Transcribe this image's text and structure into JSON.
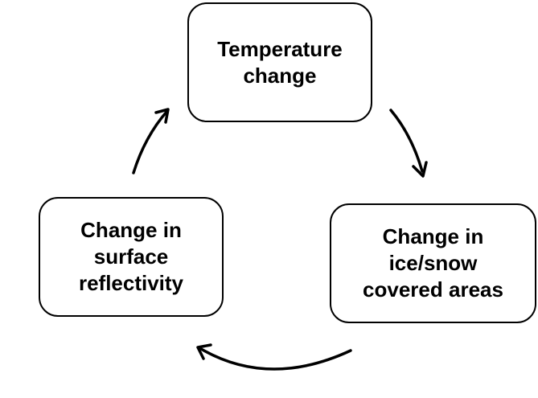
{
  "nodes": {
    "top": "Temperature\nchange",
    "right": "Change in\nice/snow\ncovered areas",
    "left": "Change in\nsurface\nreflectivity"
  }
}
